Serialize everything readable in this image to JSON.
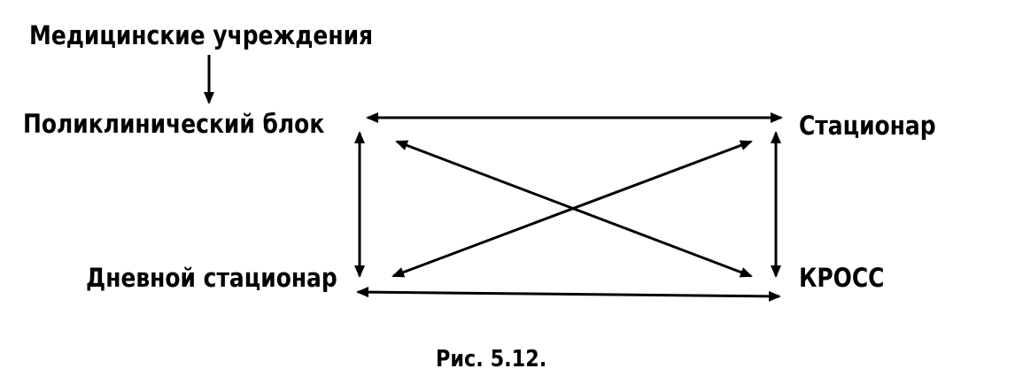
{
  "labels": {
    "institutions": "Медицинские учреждения",
    "polyclinic": "Поликлинический блок",
    "hospital": "Стационар",
    "day_hospital": "Дневной стационар",
    "kross": "КРОСС"
  },
  "caption": "Рис. 5.12.",
  "arrows": [
    {
      "from": "institutions",
      "to": "polyclinic",
      "direction": "one-way"
    },
    {
      "from": "polyclinic",
      "to": "hospital",
      "direction": "two-way"
    },
    {
      "from": "polyclinic",
      "to": "day_hospital",
      "direction": "two-way"
    },
    {
      "from": "hospital",
      "to": "kross",
      "direction": "two-way"
    },
    {
      "from": "day_hospital",
      "to": "kross",
      "direction": "two-way"
    },
    {
      "from": "polyclinic",
      "to": "kross",
      "direction": "two-way"
    },
    {
      "from": "day_hospital",
      "to": "hospital",
      "direction": "two-way"
    }
  ],
  "colors": {
    "ink": "#000000",
    "background": "#ffffff"
  }
}
